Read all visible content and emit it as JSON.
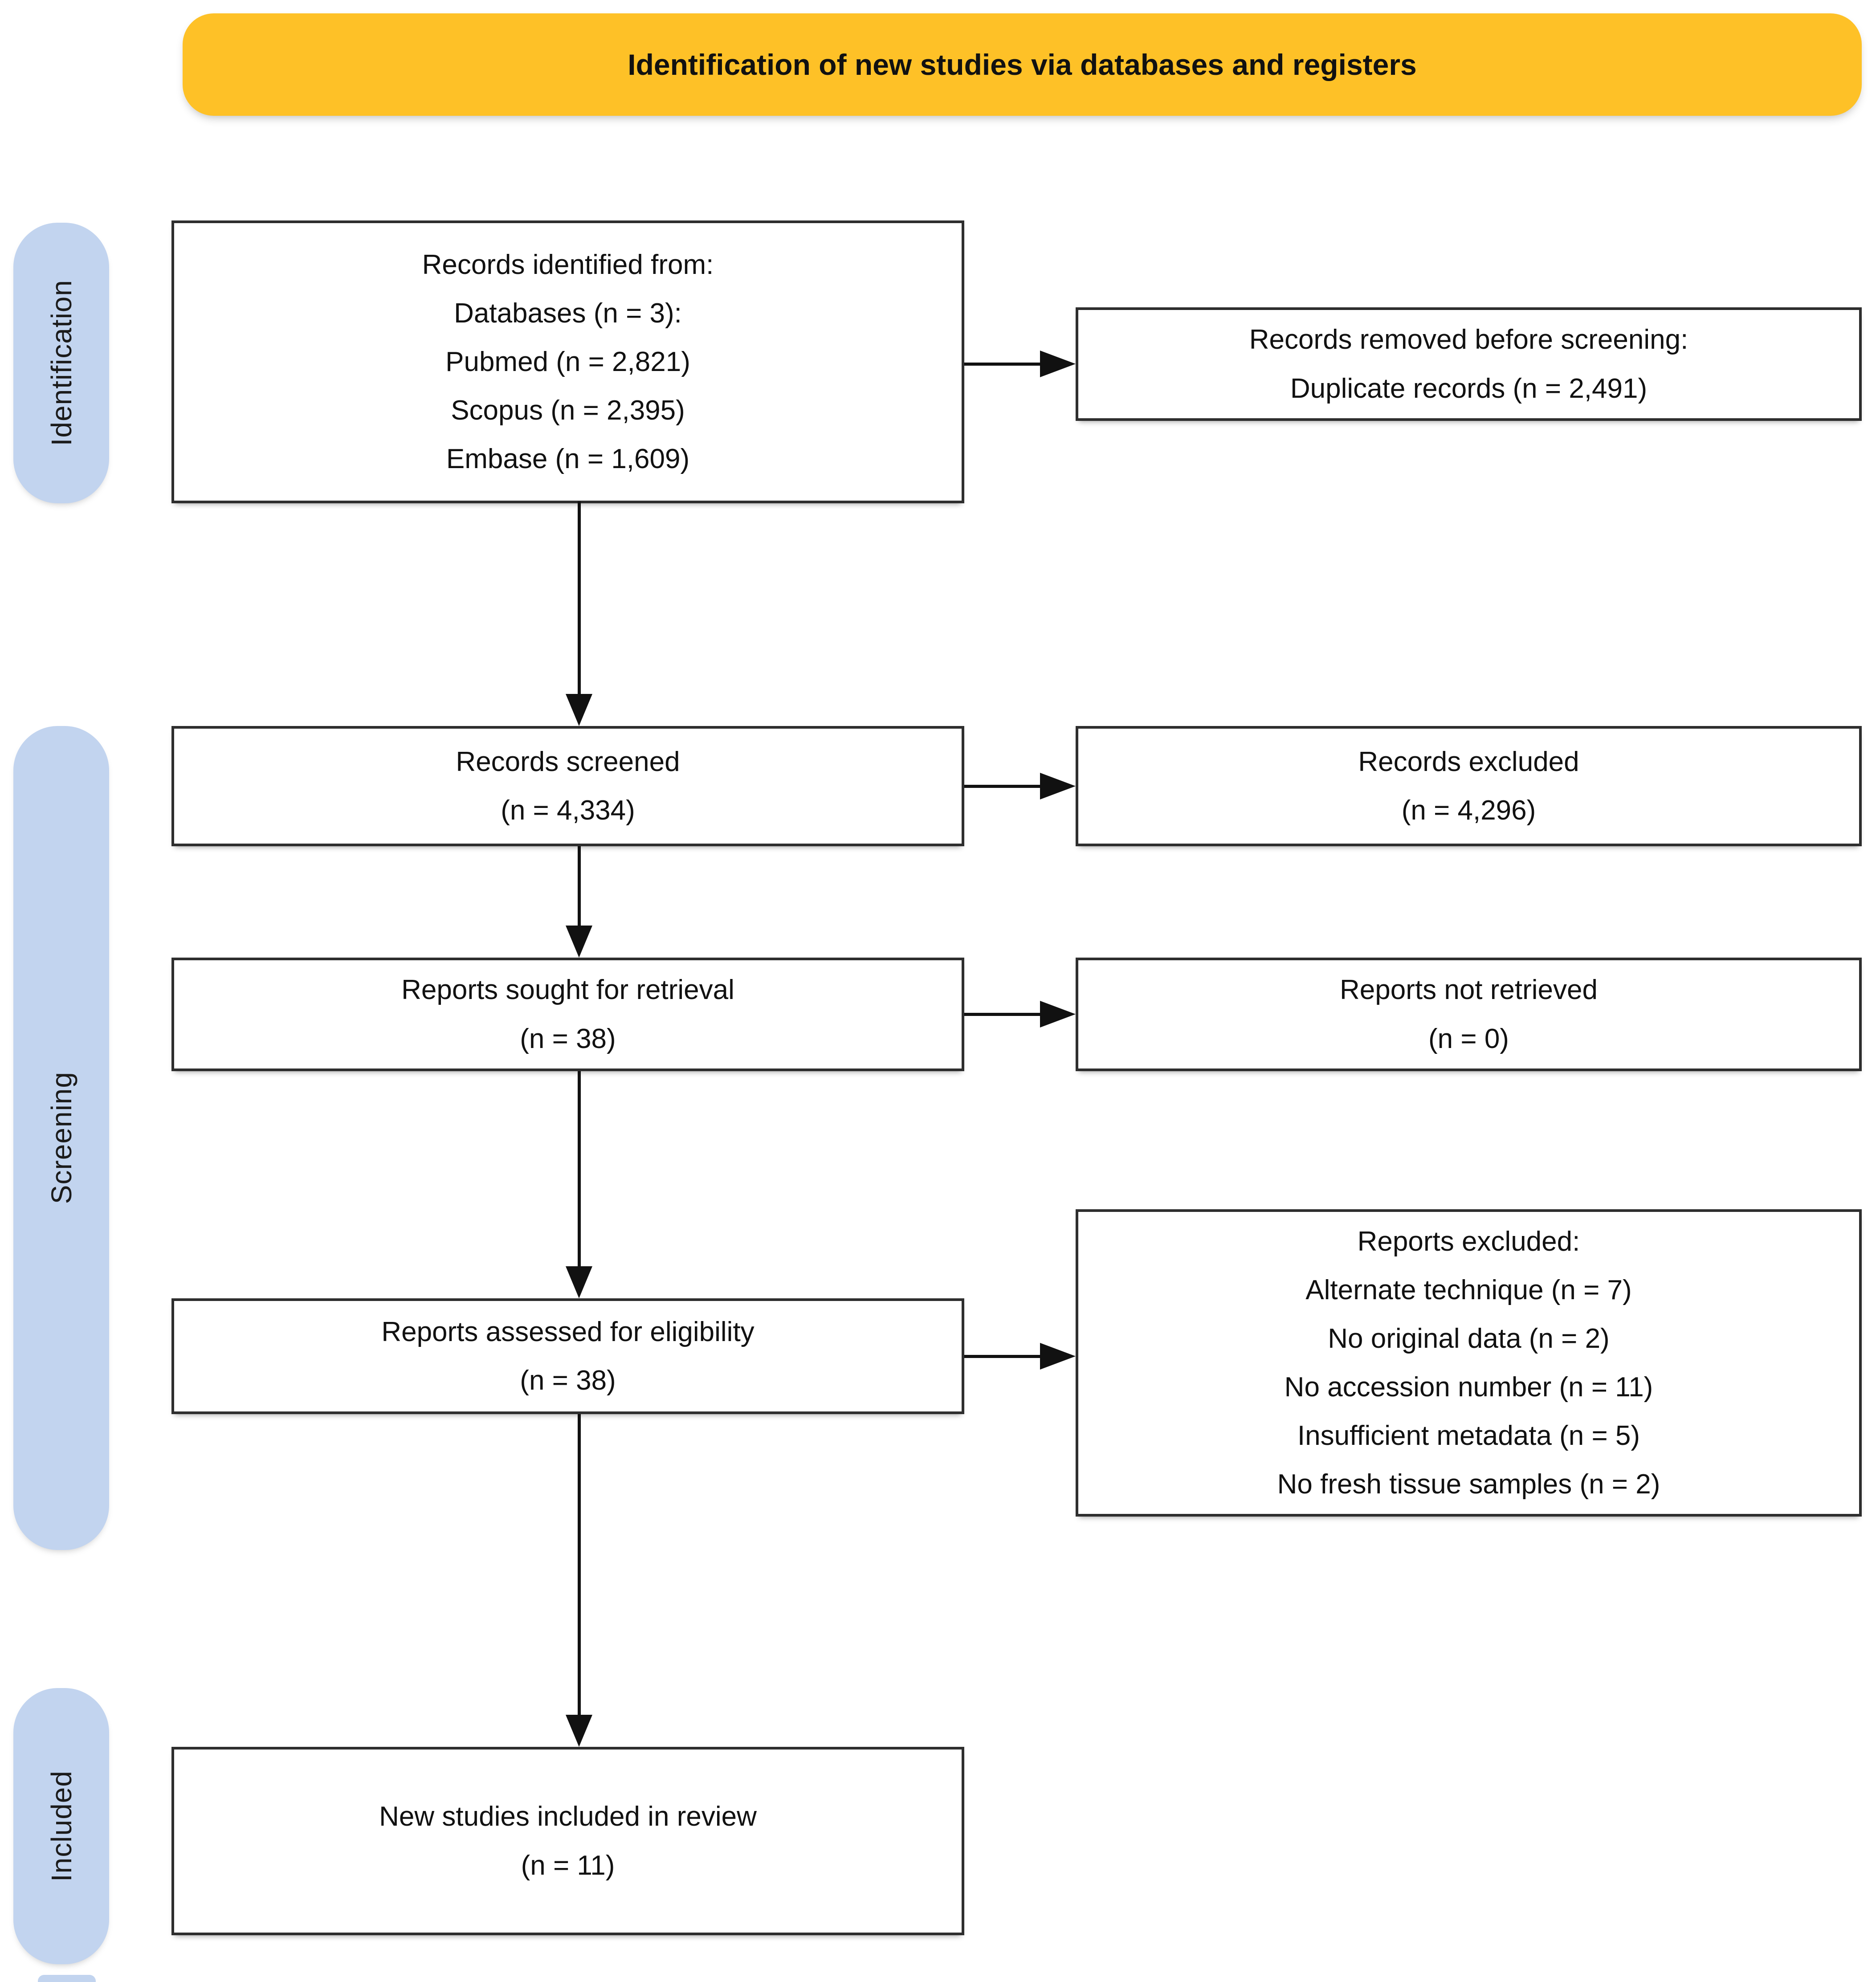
{
  "diagram": {
    "banner": {
      "text": "Identification of new studies via databases and registers"
    },
    "stages": [
      {
        "label": "Identification"
      },
      {
        "label": "Screening"
      },
      {
        "label": "Included"
      }
    ],
    "colors": {
      "banner_bg": "#FEC127",
      "stage_bg": "#C2D4EF",
      "box_border": "#2E2E2E",
      "arrow": "#111111",
      "text": "#111111",
      "page_bg": "#FFFFFF"
    },
    "nodes": {
      "records_identified": {
        "lines": [
          "Records identified from:",
          "Databases (n = 3):",
          "Pubmed (n = 2,821)",
          "Scopus (n = 2,395)",
          "Embase (n = 1,609)"
        ]
      },
      "records_removed": {
        "lines": [
          "Records removed before screening:",
          "Duplicate records (n = 2,491)"
        ]
      },
      "records_screened": {
        "lines": [
          "Records screened",
          "(n = 4,334)"
        ]
      },
      "records_excluded": {
        "lines": [
          "Records excluded",
          "(n = 4,296)"
        ]
      },
      "reports_sought": {
        "lines": [
          "Reports sought for retrieval",
          "(n = 38)"
        ]
      },
      "reports_not_retrieved": {
        "lines": [
          "Reports not retrieved",
          "(n = 0)"
        ]
      },
      "reports_assessed": {
        "lines": [
          "Reports assessed for eligibility",
          "(n = 38)"
        ]
      },
      "reports_excluded": {
        "lines": [
          "Reports excluded:",
          "Alternate technique (n = 7)",
          "No original data (n = 2)",
          "No accession number (n = 11)",
          "Insufficient metadata (n = 5)",
          "No fresh tissue samples (n = 2)"
        ]
      },
      "new_studies_included": {
        "lines": [
          "New studies included in review",
          "(n = 11)"
        ]
      }
    }
  }
}
